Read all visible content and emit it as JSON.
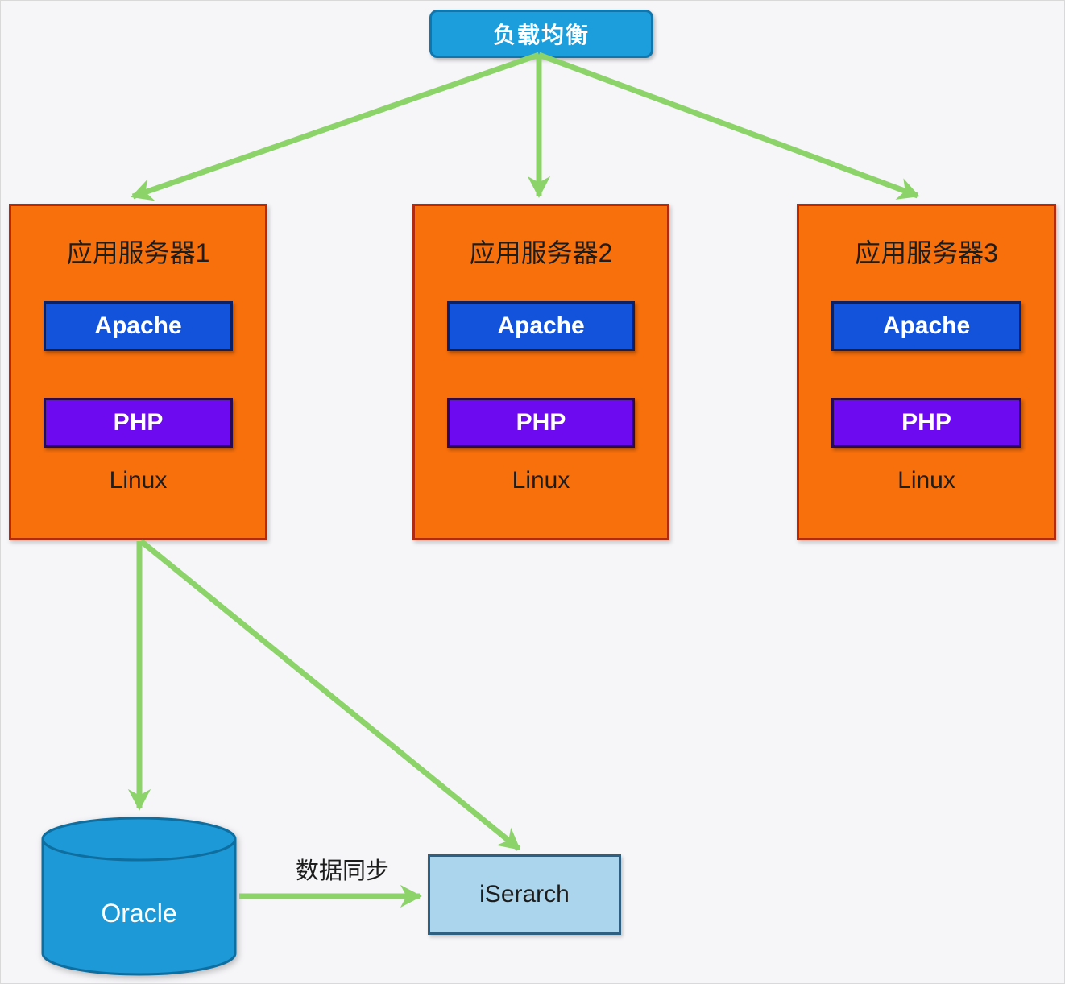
{
  "colors": {
    "background": "#f6f5f8",
    "arrow_green": "#8cd36a",
    "load_balancer_fill": "#1c9edc",
    "load_balancer_border": "#1076ae",
    "server_fill": "#f8700c",
    "server_border": "#b02b10",
    "apache_fill": "#1353dc",
    "apache_border": "#0c2066",
    "php_fill": "#6e0af0",
    "php_border": "#2a0a50",
    "oracle_fill": "#1c99d6",
    "oracle_border": "#0f6ea0",
    "iserarch_fill": "#aad5ec",
    "iserarch_border": "#2f5f80",
    "text_dark": "#1d1d1d",
    "text_light": "#ffffff"
  },
  "load_balancer": {
    "label": "负载均衡"
  },
  "servers": [
    {
      "title": "应用服务器1",
      "apache": "Apache",
      "php": "PHP",
      "os": "Linux"
    },
    {
      "title": "应用服务器2",
      "apache": "Apache",
      "php": "PHP",
      "os": "Linux"
    },
    {
      "title": "应用服务器3",
      "apache": "Apache",
      "php": "PHP",
      "os": "Linux"
    }
  ],
  "database": {
    "label": "Oracle"
  },
  "search_service": {
    "label": "iSerarch"
  },
  "connections": [
    {
      "from": "load-balancer",
      "to": "app-server-1",
      "label": ""
    },
    {
      "from": "load-balancer",
      "to": "app-server-2",
      "label": ""
    },
    {
      "from": "load-balancer",
      "to": "app-server-3",
      "label": ""
    },
    {
      "from": "app-server-1",
      "to": "oracle-db",
      "label": ""
    },
    {
      "from": "app-server-1",
      "to": "iserarch",
      "label": ""
    },
    {
      "from": "oracle-db",
      "to": "iserarch",
      "label": "数据同步"
    }
  ]
}
